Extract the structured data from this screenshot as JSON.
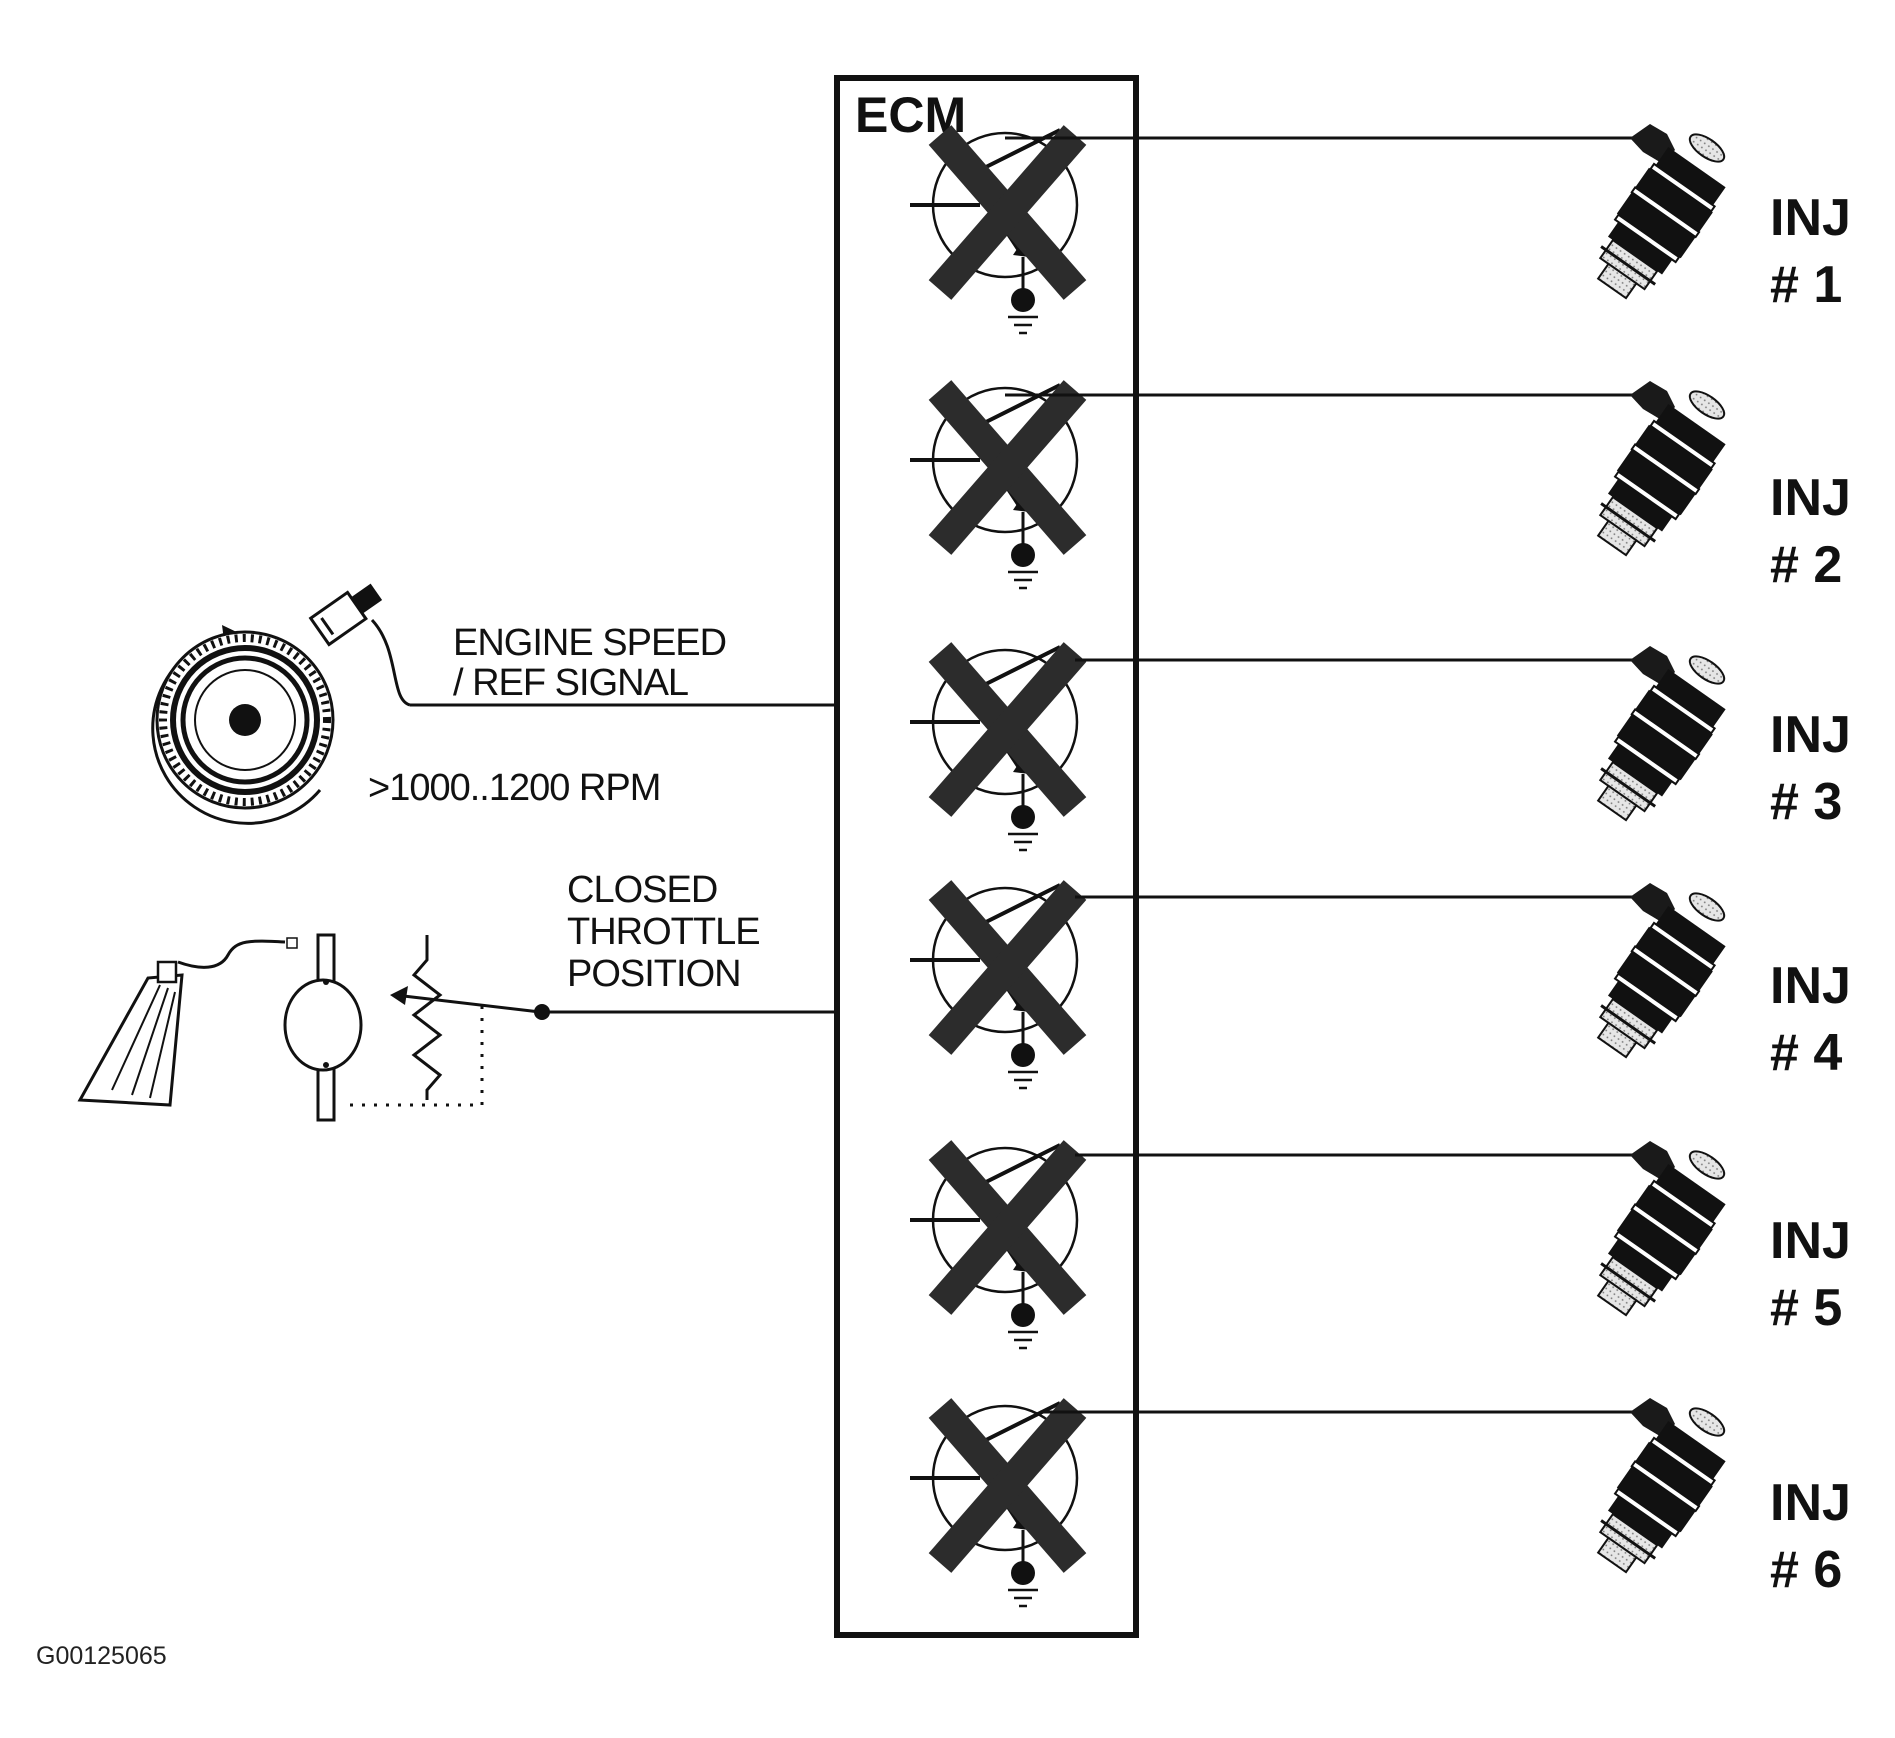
{
  "ecm": {
    "label": "ECM"
  },
  "sensors": {
    "engine_speed": {
      "line1": "ENGINE SPEED",
      "line2": "/ REF SIGNAL",
      "rpm": ">1000..1200 RPM"
    },
    "throttle": {
      "line1": "CLOSED",
      "line2": "THROTTLE",
      "line3": "POSITION"
    }
  },
  "injectors": [
    {
      "name": "INJ",
      "number": "# 1"
    },
    {
      "name": "INJ",
      "number": "# 2"
    },
    {
      "name": "INJ",
      "number": "# 3"
    },
    {
      "name": "INJ",
      "number": "# 4"
    },
    {
      "name": "INJ",
      "number": "# 5"
    },
    {
      "name": "INJ",
      "number": "# 6"
    }
  ],
  "figure_id": "G00125065"
}
